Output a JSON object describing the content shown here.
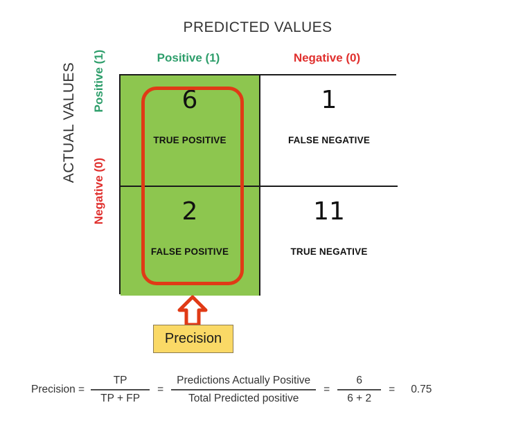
{
  "diagram": {
    "predicted_title": "PREDICTED VALUES",
    "actual_title": "ACTUAL VALUES",
    "columns": [
      {
        "label": "Positive (1)",
        "color": "#2E9E6B"
      },
      {
        "label": "Negative (0)",
        "color": "#E0302E"
      }
    ],
    "rows": [
      {
        "label": "Positive (1)",
        "color": "#2E9E6B"
      },
      {
        "label": "Negative (0)",
        "color": "#E0302E"
      }
    ],
    "cells": [
      {
        "count": "6",
        "label": "TRUE POSITIVE",
        "highlighted": true,
        "fill": "#8DC64F"
      },
      {
        "count": "1",
        "label": "FALSE NEGATIVE",
        "highlighted": false,
        "fill": "#FFFFFF"
      },
      {
        "count": "2",
        "label": "FALSE POSITIVE",
        "highlighted": true,
        "fill": "#8DC64F"
      },
      {
        "count": "11",
        "label": "TRUE NEGATIVE",
        "highlighted": false,
        "fill": "#FFFFFF"
      }
    ],
    "callout": {
      "label": "Precision",
      "box_color": "#FAD966",
      "arrow_color": "#E03A16",
      "arrow_icon": "arrow-up-icon"
    },
    "highlight_color": "#E03A16"
  },
  "formula": {
    "name": "Precision =",
    "term1_numerator": "TP",
    "term1_denominator": "TP + FP",
    "equals1": "=",
    "term2_numerator": "Predictions Actually Positive",
    "term2_denominator": "Total Predicted positive",
    "equals2": "=",
    "term3_numerator": "6",
    "term3_denominator": "6 + 2",
    "equals3": "=",
    "result": "0.75"
  },
  "chart_data": {
    "type": "table",
    "title": "Confusion Matrix - Precision",
    "xlabel": "PREDICTED VALUES",
    "ylabel": "ACTUAL VALUES",
    "categories": [
      "Positive (1)",
      "Negative (0)"
    ],
    "matrix": [
      [
        6,
        1
      ],
      [
        2,
        11
      ]
    ],
    "cell_names": [
      [
        "TRUE POSITIVE",
        "FALSE NEGATIVE"
      ],
      [
        "FALSE POSITIVE",
        "TRUE NEGATIVE"
      ]
    ],
    "metric": "Precision",
    "metric_value": 0.75,
    "metric_expression": "TP / (TP + FP) = 6 / (6 + 2) = 0.75",
    "highlighted_cells": [
      "TRUE POSITIVE",
      "FALSE POSITIVE"
    ]
  }
}
